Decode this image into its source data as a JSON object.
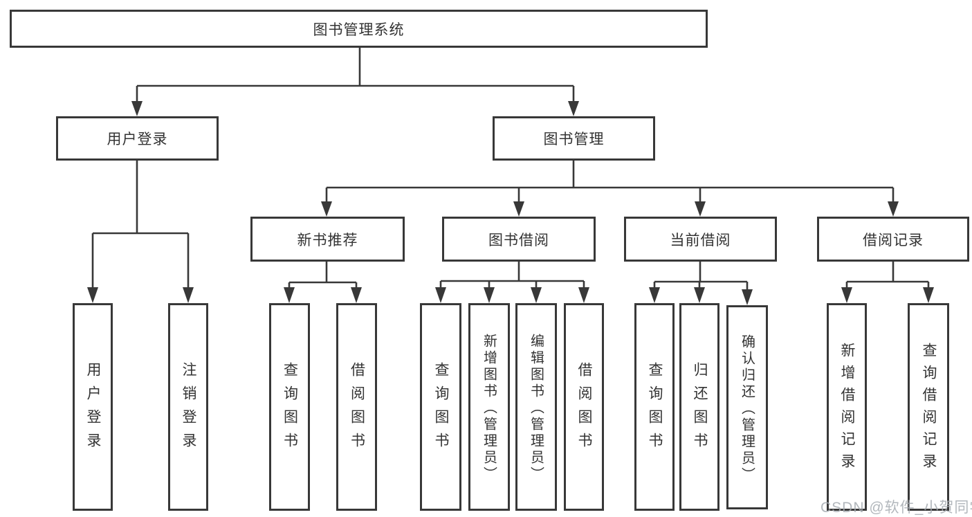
{
  "diagram_title": "图书管理系统",
  "tree": {
    "root": {
      "label": "图书管理系统"
    },
    "children": [
      {
        "label": "用户登录",
        "children": [
          {
            "label": "用户登录"
          },
          {
            "label": "注销登录"
          }
        ]
      },
      {
        "label": "图书管理",
        "children": [
          {
            "label": "新书推荐",
            "children": [
              {
                "label": "查询图书"
              },
              {
                "label": "借阅图书"
              }
            ]
          },
          {
            "label": "图书借阅",
            "children": [
              {
                "label": "查询图书"
              },
              {
                "label": "新增图书（管理员）"
              },
              {
                "label": "编辑图书（管理员）"
              },
              {
                "label": "借阅图书"
              }
            ]
          },
          {
            "label": "当前借阅",
            "children": [
              {
                "label": "查询图书"
              },
              {
                "label": "归还图书"
              },
              {
                "label": "确认归还（管理员）"
              }
            ]
          },
          {
            "label": "借阅记录",
            "children": [
              {
                "label": "新增借阅记录"
              },
              {
                "label": "查询借阅记录"
              }
            ]
          }
        ]
      }
    ]
  },
  "watermark": "CSDN @软件_小贺同学",
  "colors": {
    "line": "#383838",
    "text": "#333333",
    "background": "#ffffff",
    "watermark": "#a5aab0"
  }
}
